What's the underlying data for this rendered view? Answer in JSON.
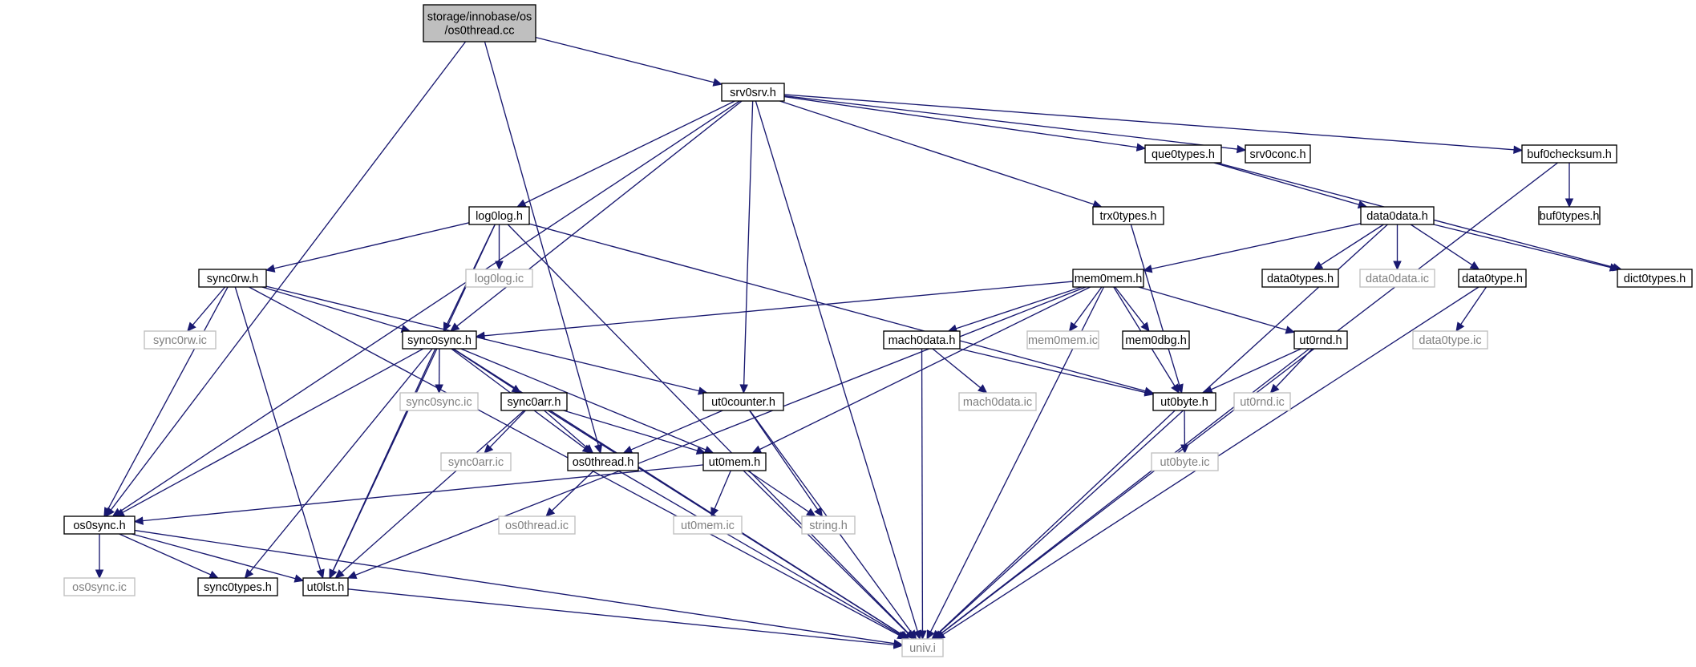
{
  "colors": {
    "edge": "#191970",
    "root_fill": "#bfbfbf",
    "default_fill": "#ffffff",
    "default_stroke": "#000000",
    "external_stroke": "#bfbfbf",
    "external_text": "#808080"
  },
  "nodes": {
    "root": {
      "lines": [
        "storage/innobase/os",
        "/os0thread.cc"
      ],
      "type": "root"
    },
    "srv0srv": {
      "lines": [
        "srv0srv.h"
      ],
      "type": "header"
    },
    "os0sync": {
      "lines": [
        "os0sync.h"
      ],
      "type": "header"
    },
    "os0thread_h": {
      "lines": [
        "os0thread.h"
      ],
      "type": "header"
    },
    "que0types": {
      "lines": [
        "que0types.h"
      ],
      "type": "header"
    },
    "srv0conc": {
      "lines": [
        "srv0conc.h"
      ],
      "type": "header"
    },
    "buf0checksum": {
      "lines": [
        "buf0checksum.h"
      ],
      "type": "header"
    },
    "log0log": {
      "lines": [
        "log0log.h"
      ],
      "type": "header"
    },
    "trx0types": {
      "lines": [
        "trx0types.h"
      ],
      "type": "header"
    },
    "data0data": {
      "lines": [
        "data0data.h"
      ],
      "type": "header"
    },
    "buf0types": {
      "lines": [
        "buf0types.h"
      ],
      "type": "header"
    },
    "sync0rw": {
      "lines": [
        "sync0rw.h"
      ],
      "type": "header"
    },
    "log0log_ic": {
      "lines": [
        "log0log.ic"
      ],
      "type": "external"
    },
    "mem0mem": {
      "lines": [
        "mem0mem.h"
      ],
      "type": "header"
    },
    "data0types": {
      "lines": [
        "data0types.h"
      ],
      "type": "header"
    },
    "data0data_ic": {
      "lines": [
        "data0data.ic"
      ],
      "type": "external"
    },
    "data0type": {
      "lines": [
        "data0type.h"
      ],
      "type": "header"
    },
    "dict0types": {
      "lines": [
        "dict0types.h"
      ],
      "type": "header"
    },
    "sync0rw_ic": {
      "lines": [
        "sync0rw.ic"
      ],
      "type": "external"
    },
    "sync0sync": {
      "lines": [
        "sync0sync.h"
      ],
      "type": "header"
    },
    "mach0data": {
      "lines": [
        "mach0data.h"
      ],
      "type": "header"
    },
    "mem0mem_ic": {
      "lines": [
        "mem0mem.ic"
      ],
      "type": "external"
    },
    "mem0dbg": {
      "lines": [
        "mem0dbg.h"
      ],
      "type": "header"
    },
    "ut0rnd": {
      "lines": [
        "ut0rnd.h"
      ],
      "type": "header"
    },
    "data0type_ic": {
      "lines": [
        "data0type.ic"
      ],
      "type": "external"
    },
    "sync0sync_ic": {
      "lines": [
        "sync0sync.ic"
      ],
      "type": "external"
    },
    "sync0arr": {
      "lines": [
        "sync0arr.h"
      ],
      "type": "header"
    },
    "ut0counter": {
      "lines": [
        "ut0counter.h"
      ],
      "type": "header"
    },
    "mach0data_ic": {
      "lines": [
        "mach0data.ic"
      ],
      "type": "external"
    },
    "ut0byte": {
      "lines": [
        "ut0byte.h"
      ],
      "type": "header"
    },
    "ut0rnd_ic": {
      "lines": [
        "ut0rnd.ic"
      ],
      "type": "external"
    },
    "sync0arr_ic": {
      "lines": [
        "sync0arr.ic"
      ],
      "type": "external"
    },
    "ut0mem": {
      "lines": [
        "ut0mem.h"
      ],
      "type": "header"
    },
    "ut0byte_ic": {
      "lines": [
        "ut0byte.ic"
      ],
      "type": "external"
    },
    "os0thread_ic": {
      "lines": [
        "os0thread.ic"
      ],
      "type": "external"
    },
    "ut0mem_ic": {
      "lines": [
        "ut0mem.ic"
      ],
      "type": "external"
    },
    "string_h": {
      "lines": [
        "string.h"
      ],
      "type": "external"
    },
    "os0sync_ic": {
      "lines": [
        "os0sync.ic"
      ],
      "type": "external"
    },
    "sync0types": {
      "lines": [
        "sync0types.h"
      ],
      "type": "header"
    },
    "ut0lst": {
      "lines": [
        "ut0lst.h"
      ],
      "type": "header"
    },
    "univ": {
      "lines": [
        "univ.i"
      ],
      "type": "external"
    }
  },
  "edges": [
    [
      "root",
      "srv0srv"
    ],
    [
      "root",
      "os0sync"
    ],
    [
      "root",
      "os0thread_h"
    ],
    [
      "srv0srv",
      "que0types"
    ],
    [
      "srv0srv",
      "srv0conc"
    ],
    [
      "srv0srv",
      "buf0checksum"
    ],
    [
      "srv0srv",
      "log0log"
    ],
    [
      "srv0srv",
      "trx0types"
    ],
    [
      "srv0srv",
      "os0sync"
    ],
    [
      "srv0srv",
      "sync0sync"
    ],
    [
      "srv0srv",
      "ut0counter"
    ],
    [
      "srv0srv",
      "univ"
    ],
    [
      "que0types",
      "data0data"
    ],
    [
      "que0types",
      "dict0types"
    ],
    [
      "buf0checksum",
      "buf0types"
    ],
    [
      "buf0checksum",
      "univ"
    ],
    [
      "log0log",
      "sync0rw"
    ],
    [
      "log0log",
      "log0log_ic"
    ],
    [
      "log0log",
      "sync0sync"
    ],
    [
      "log0log",
      "ut0lst"
    ],
    [
      "log0log",
      "ut0byte"
    ],
    [
      "log0log",
      "univ"
    ],
    [
      "trx0types",
      "ut0byte"
    ],
    [
      "data0data",
      "mem0mem"
    ],
    [
      "data0data",
      "data0types"
    ],
    [
      "data0data",
      "data0data_ic"
    ],
    [
      "data0data",
      "data0type"
    ],
    [
      "data0data",
      "dict0types"
    ],
    [
      "data0data",
      "univ"
    ],
    [
      "sync0rw",
      "sync0rw_ic"
    ],
    [
      "sync0rw",
      "sync0sync"
    ],
    [
      "sync0rw",
      "ut0counter"
    ],
    [
      "sync0rw",
      "os0sync"
    ],
    [
      "sync0rw",
      "ut0lst"
    ],
    [
      "sync0rw",
      "univ"
    ],
    [
      "mem0mem",
      "sync0sync"
    ],
    [
      "mem0mem",
      "mach0data"
    ],
    [
      "mem0mem",
      "mem0mem_ic"
    ],
    [
      "mem0mem",
      "mem0dbg"
    ],
    [
      "mem0mem",
      "ut0rnd"
    ],
    [
      "mem0mem",
      "ut0byte"
    ],
    [
      "mem0mem",
      "ut0mem"
    ],
    [
      "mem0mem",
      "ut0lst"
    ],
    [
      "mem0mem",
      "univ"
    ],
    [
      "data0type",
      "data0type_ic"
    ],
    [
      "data0type",
      "univ"
    ],
    [
      "sync0sync",
      "sync0sync_ic"
    ],
    [
      "sync0sync",
      "sync0arr"
    ],
    [
      "sync0sync",
      "os0thread_h"
    ],
    [
      "sync0sync",
      "ut0mem"
    ],
    [
      "sync0sync",
      "os0sync"
    ],
    [
      "sync0sync",
      "sync0types"
    ],
    [
      "sync0sync",
      "ut0lst"
    ],
    [
      "sync0sync",
      "univ"
    ],
    [
      "mach0data",
      "mach0data_ic"
    ],
    [
      "mach0data",
      "ut0byte"
    ],
    [
      "mach0data",
      "univ"
    ],
    [
      "ut0rnd",
      "ut0rnd_ic"
    ],
    [
      "ut0rnd",
      "ut0byte"
    ],
    [
      "ut0rnd",
      "univ"
    ],
    [
      "sync0arr",
      "sync0arr_ic"
    ],
    [
      "sync0arr",
      "os0thread_h"
    ],
    [
      "sync0arr",
      "ut0mem"
    ],
    [
      "sync0arr",
      "ut0lst"
    ],
    [
      "sync0arr",
      "univ"
    ],
    [
      "ut0counter",
      "os0thread_h"
    ],
    [
      "ut0counter",
      "string_h"
    ],
    [
      "ut0counter",
      "univ"
    ],
    [
      "ut0byte",
      "ut0byte_ic"
    ],
    [
      "ut0byte",
      "univ"
    ],
    [
      "os0thread_h",
      "os0thread_ic"
    ],
    [
      "os0thread_h",
      "univ"
    ],
    [
      "ut0mem",
      "os0sync"
    ],
    [
      "ut0mem",
      "ut0mem_ic"
    ],
    [
      "ut0mem",
      "string_h"
    ],
    [
      "ut0mem",
      "univ"
    ],
    [
      "os0sync",
      "os0sync_ic"
    ],
    [
      "os0sync",
      "sync0types"
    ],
    [
      "os0sync",
      "ut0lst"
    ],
    [
      "os0sync",
      "univ"
    ],
    [
      "ut0lst",
      "univ"
    ]
  ]
}
